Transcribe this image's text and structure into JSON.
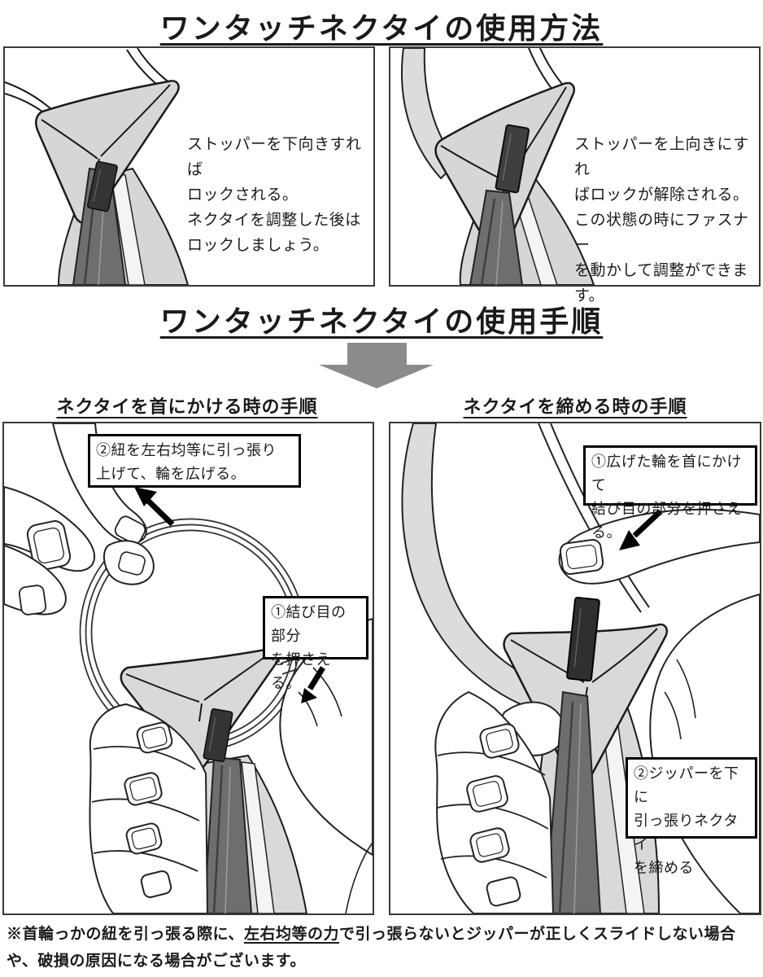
{
  "titles": {
    "method": "ワンタッチネクタイの使用方法",
    "procedure": "ワンタッチネクタイの使用手順"
  },
  "top_panels": [
    {
      "text": "ストッパーを下向きすれば\nロックされる。\nネクタイを調整した後は\nロックしましょう。",
      "illustration": "necktie knot with stopper flipped down (locked)"
    },
    {
      "text": "ストッパーを上向きにすれ\nばロックが解除される。\nこの状態の時にファスナー\nを動かして調整ができま\nす。",
      "illustration": "necktie knot with stopper flipped up (unlocked)"
    }
  ],
  "bottom_panels": [
    {
      "heading": "ネクタイを首にかける時の手順",
      "callouts": [
        {
          "text": "②紐を左右均等に引っ張り\n上げて、輪を広げる。"
        },
        {
          "text": "①結び目の部分\nを押さえる。"
        }
      ],
      "illustration": "hands pulling the neck loop open while holding the knot"
    },
    {
      "heading": "ネクタイを締める時の手順",
      "callouts": [
        {
          "text": "①広げた輪を首にかけて\n結び目の部分を押さえる。"
        },
        {
          "text": "②ジッパーを下に\n引っ張りネクタイ\nを締める"
        }
      ],
      "illustration": "hand holding knot and pulling zipper down to tighten"
    }
  ],
  "footer": {
    "prefix": "※首輪っかの紐を引っ張る際に、",
    "underlined": "左右均等の力",
    "suffix": "で引っ張らないとジッパーが正しくスライドしない場合や、破損の原因になる場合がございます。"
  },
  "colors": {
    "tie_light": "#d6d6d6",
    "strap_light": "#dcdcdc",
    "zipper_band": "#6e6e6e",
    "zipper_stripe_dark": "#3f3f3f",
    "zipper_stripe_light": "#9c9c9c",
    "stopper_dark": "#343434",
    "outline": "#1a1a1a",
    "big_arrow_gray": "#8b8b8b",
    "panel_border": "#3a3a3a"
  }
}
